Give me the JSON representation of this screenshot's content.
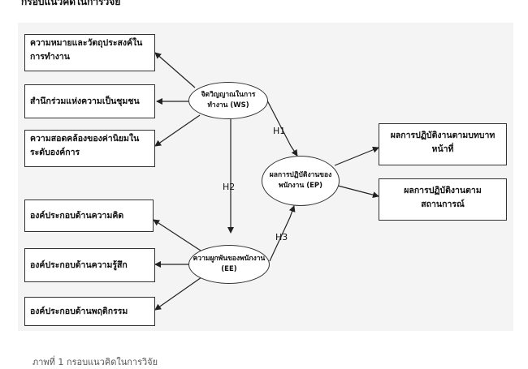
{
  "heading": "กรอบแนวคิดในการวิจัย",
  "caption": "ภาพที่ 1 กรอบแนวคิดในการวิจัย",
  "left_boxes_ws": [
    "ความหมายและวัตถุประสงค์ในการทำงาน",
    "สำนึกร่วมแห่งความเป็นชุมชน",
    "ความสอดคล้องของค่านิยมในระดับองค์การ"
  ],
  "left_boxes_ee": [
    "องค์ประกอบด้านความคิด",
    "องค์ประกอบด้านความรู้สึก",
    "องค์ประกอบด้านพฤติกรรม"
  ],
  "nodes": {
    "ws": "จิตวิญญาณในการทำงาน (WS)",
    "ee": "ความผูกพันของพนักงาน (EE)",
    "ep": "ผลการปฏิบัติงานของพนักงาน (EP)"
  },
  "right_boxes_ep": [
    "ผลการปฏิบัติงานตามบทบาทหน้าที่",
    "ผลการปฏิบัติงานตามสถานการณ์"
  ],
  "hypotheses": {
    "h1": "H1",
    "h2": "H2",
    "h3": "H3"
  }
}
